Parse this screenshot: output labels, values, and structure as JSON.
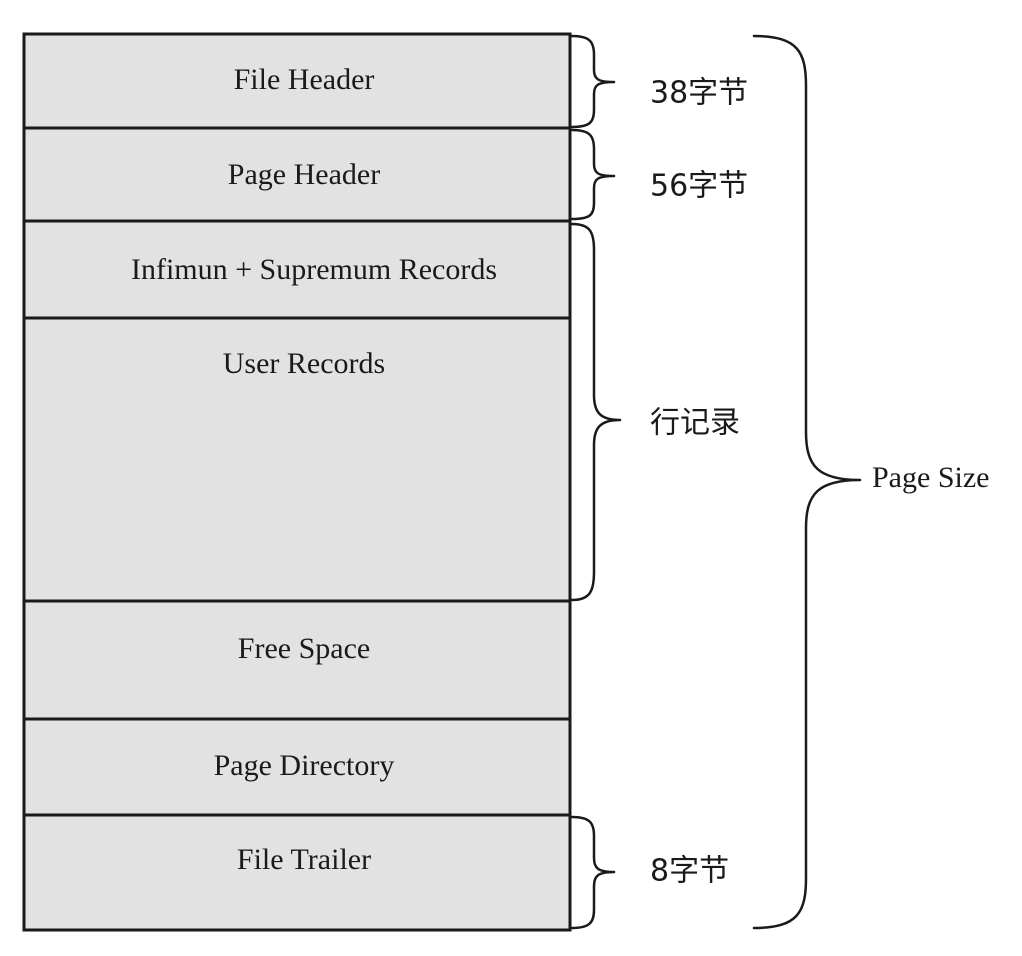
{
  "sections": [
    {
      "id": "file-header",
      "label": "File Header"
    },
    {
      "id": "page-header",
      "label": "Page Header"
    },
    {
      "id": "infimum-supremum",
      "label": "Infimun + Supremum Records"
    },
    {
      "id": "user-records",
      "label": "User Records"
    },
    {
      "id": "free-space",
      "label": "Free Space"
    },
    {
      "id": "page-directory",
      "label": "Page Directory"
    },
    {
      "id": "file-trailer",
      "label": "File Trailer"
    }
  ],
  "annotations": {
    "file_header_size": "38字节",
    "page_header_size": "56字节",
    "row_records": "行记录",
    "file_trailer_size": "8字节",
    "page_size": "Page Size"
  }
}
